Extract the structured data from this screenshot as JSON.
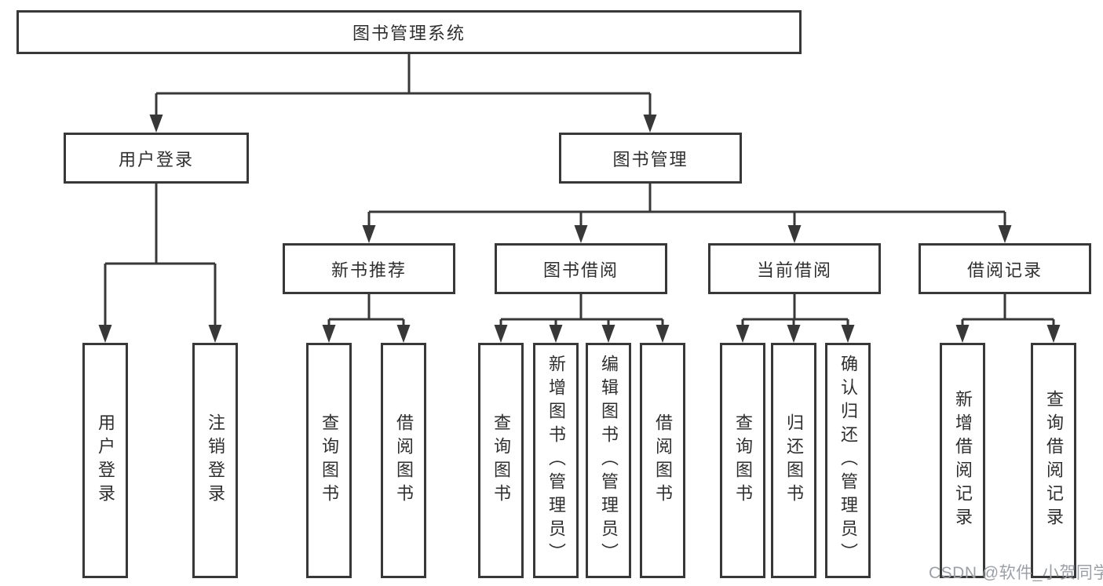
{
  "colors": {
    "line": "#383838",
    "text": "#2f2f2f",
    "background": "#ffffff",
    "watermark": "#9ba0a8"
  },
  "tree": {
    "root": {
      "label": "图书管理系统",
      "children": [
        {
          "label": "用户登录",
          "children": [
            {
              "label": "用户登录"
            },
            {
              "label": "注销登录"
            }
          ]
        },
        {
          "label": "图书管理",
          "children": [
            {
              "label": "新书推荐",
              "children": [
                {
                  "label": "查询图书"
                },
                {
                  "label": "借阅图书"
                }
              ]
            },
            {
              "label": "图书借阅",
              "children": [
                {
                  "label": "查询图书"
                },
                {
                  "label": "新增图书（管理员）"
                },
                {
                  "label": "编辑图书（管理员）"
                },
                {
                  "label": "借阅图书"
                }
              ]
            },
            {
              "label": "当前借阅",
              "children": [
                {
                  "label": "查询图书"
                },
                {
                  "label": "归还图书"
                },
                {
                  "label": "确认归还（管理员）"
                }
              ]
            },
            {
              "label": "借阅记录",
              "children": [
                {
                  "label": "新增借阅记录"
                },
                {
                  "label": "查询借阅记录"
                }
              ]
            }
          ]
        }
      ]
    }
  },
  "watermark": {
    "text": "CSDN @软件_小贺同学"
  }
}
